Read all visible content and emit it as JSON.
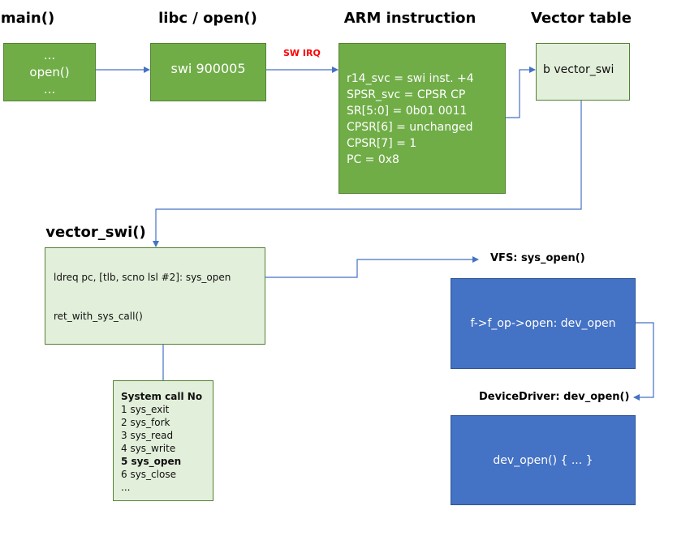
{
  "titles": {
    "main": "main()",
    "libc": "libc / open()",
    "arm": "ARM instruction",
    "vector_table": "Vector table",
    "vector_swi": "vector_swi()",
    "vfs": "VFS: sys_open()",
    "device_driver": "DeviceDriver: dev_open()"
  },
  "main_box": {
    "lines": [
      "...",
      "open()",
      "..."
    ]
  },
  "libc_box": {
    "text": "swi 900005"
  },
  "sw_irq_label": "SW  IRQ",
  "arm_box": {
    "lines": [
      "r14_svc = swi inst. +4",
      "SPSR_svc = CPSR CP",
      "SR[5:0] = 0b01 0011",
      "CPSR[6] = unchanged",
      "CPSR[7] = 1",
      "PC = 0x8"
    ]
  },
  "vector_box": {
    "text": "b vector_swi"
  },
  "vector_swi_box": {
    "ldreq": "ldreq pc, [tlb, scno lsl #2]: sys_open",
    "ret": "ret_with_sys_call()"
  },
  "syscall_box": {
    "header": "System call No",
    "items": [
      "1 sys_exit",
      "2 sys_fork",
      "3 sys_read",
      "4 sys_write",
      "5 sys_open",
      "6 sys_close",
      "..."
    ],
    "highlighted": "5 sys_open"
  },
  "vfs_box": {
    "text": "f->f_op->open: dev_open"
  },
  "dev_box": {
    "text": "dev_open() { ... }"
  },
  "colors": {
    "green": "#70ad47",
    "light_green": "#e2efda",
    "blue": "#4472c4",
    "arrow": "#4472c4",
    "irq": "#ff0000"
  }
}
